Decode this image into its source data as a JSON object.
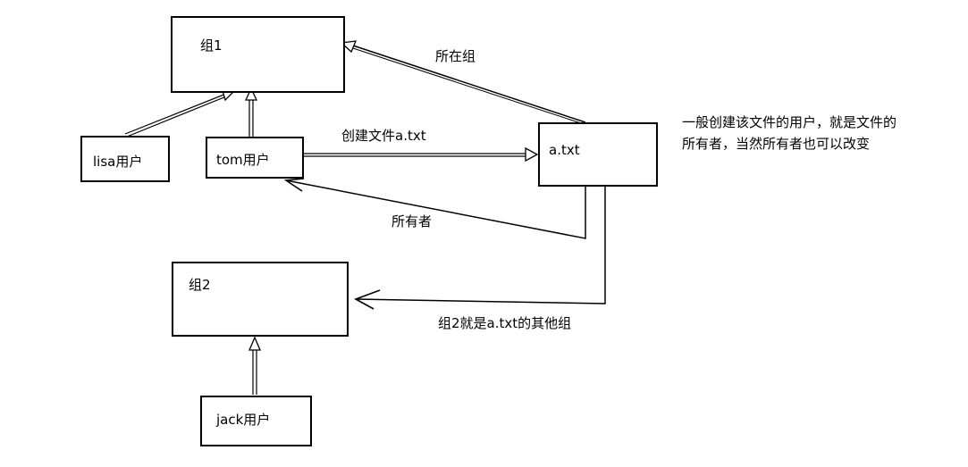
{
  "nodes": {
    "group1": {
      "label": "组1"
    },
    "group2": {
      "label": "组2"
    },
    "lisa": {
      "label": "lisa用户"
    },
    "tom": {
      "label": "tom用户"
    },
    "jack": {
      "label": "jack用户"
    },
    "file": {
      "label": "a.txt"
    }
  },
  "edges": {
    "create_file": {
      "label": "创建文件a.txt"
    },
    "owner_group": {
      "label": "所在组"
    },
    "owner": {
      "label": "所有者"
    },
    "other_group": {
      "label": "组2就是a.txt的其他组"
    }
  },
  "note": {
    "lines": [
      "一般创建该文件的用户，就是文件的",
      "所有者，当然所有者也可以改变"
    ]
  }
}
